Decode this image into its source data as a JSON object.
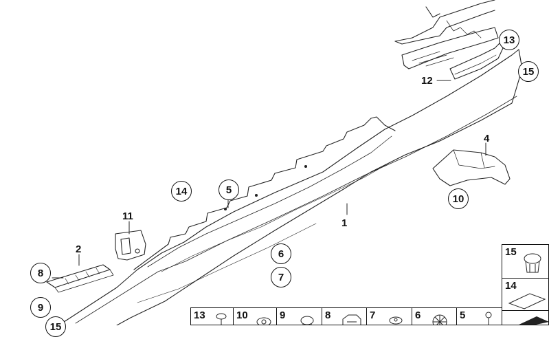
{
  "callouts": {
    "n1": "1",
    "n2": "2",
    "n4": "4",
    "n5": "5",
    "n6": "6",
    "n7": "7",
    "n8": "8",
    "n9": "9",
    "n10": "10",
    "n11": "11",
    "n12": "12",
    "n13": "13",
    "n14": "14",
    "n15a": "15",
    "n15b": "15"
  },
  "legend_side": {
    "s15": "15",
    "s14": "14"
  },
  "legend_bottom": {
    "b13": "13",
    "b10": "10",
    "b9": "9",
    "b8": "8",
    "b7": "7",
    "b6": "6",
    "b5": "5"
  }
}
